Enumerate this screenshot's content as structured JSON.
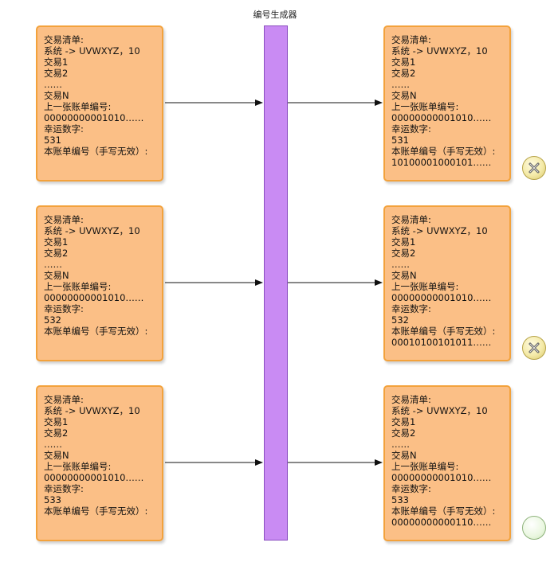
{
  "title": "编号生成器",
  "left_boxes": [
    {
      "lines": [
        "交易清单:",
        "系统 -> UVWXYZ，10",
        "交易1",
        "交易2",
        "……",
        "交易N",
        "上一张账单编号:",
        "00000000001010……",
        "幸运数字:",
        "531",
        "本账单编号（手写无效）:"
      ]
    },
    {
      "lines": [
        "交易清单:",
        "系统 -> UVWXYZ，10",
        "交易1",
        "交易2",
        "……",
        "交易N",
        "上一张账单编号:",
        "00000000001010……",
        "幸运数字:",
        "532",
        "本账单编号（手写无效）:"
      ]
    },
    {
      "lines": [
        "交易清单:",
        "系统 -> UVWXYZ，10",
        "交易1",
        "交易2",
        "……",
        "交易N",
        "上一张账单编号:",
        "00000000001010……",
        "幸运数字:",
        "533",
        "本账单编号（手写无效）:"
      ]
    }
  ],
  "right_boxes": [
    {
      "lines": [
        "交易清单:",
        "系统 -> UVWXYZ，10",
        "交易1",
        "交易2",
        "……",
        "交易N",
        "上一张账单编号:",
        "00000000001010……",
        "幸运数字:",
        "531",
        "本账单编号（手写无效）:",
        "10100001000101……"
      ],
      "status": "invalid",
      "status_icon": "x-icon"
    },
    {
      "lines": [
        "交易清单:",
        "系统 -> UVWXYZ，10",
        "交易1",
        "交易2",
        "……",
        "交易N",
        "上一张账单编号:",
        "00000000001010……",
        "幸运数字:",
        "532",
        "本账单编号（手写无效）:",
        "00010100101011……"
      ],
      "status": "invalid",
      "status_icon": "x-icon"
    },
    {
      "lines": [
        "交易清单:",
        "系统 -> UVWXYZ，10",
        "交易1",
        "交易2",
        "……",
        "交易N",
        "上一张账单编号:",
        "00000000001010……",
        "幸运数字:",
        "533",
        "本账单编号（手写无效）:",
        "00000000000110……"
      ],
      "status": "valid",
      "status_icon": "empty-circle-icon"
    }
  ],
  "colors": {
    "box_fill": "#fbbf86",
    "box_border": "#f3a23c",
    "bar_fill": "#c98bf3"
  }
}
